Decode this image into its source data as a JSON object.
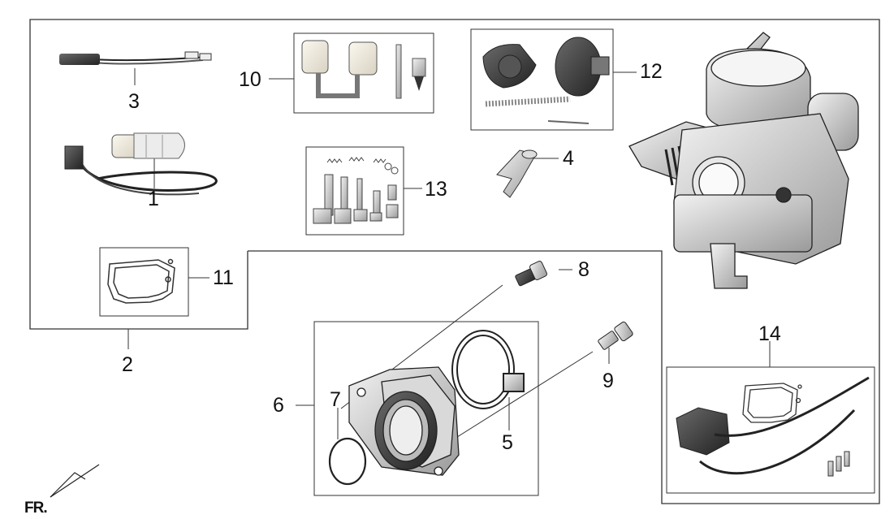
{
  "diagram": {
    "callouts": {
      "c1": "1",
      "c2": "2",
      "c3": "3",
      "c4": "4",
      "c5": "5",
      "c6": "6",
      "c7": "7",
      "c8": "8",
      "c9": "9",
      "c10": "10",
      "c11": "11",
      "c12": "12",
      "c13": "13",
      "c14": "14"
    },
    "direction_label": "FR."
  }
}
